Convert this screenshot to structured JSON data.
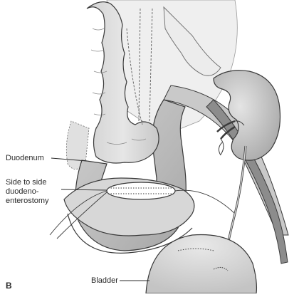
{
  "labels": {
    "duodenum": "Duodenum",
    "anastomosis_line1": "Side to side",
    "anastomosis_line2": "duodeno-",
    "anastomosis_line3": "enterostomy",
    "bladder": "Bladder",
    "panel": "B"
  },
  "colors": {
    "outline": "#3a3a3a",
    "organ_fill": "#d9d9d9",
    "organ_light": "#ebebeb",
    "organ_shadow": "#9a9a9a",
    "vessel_dark": "#707070"
  }
}
